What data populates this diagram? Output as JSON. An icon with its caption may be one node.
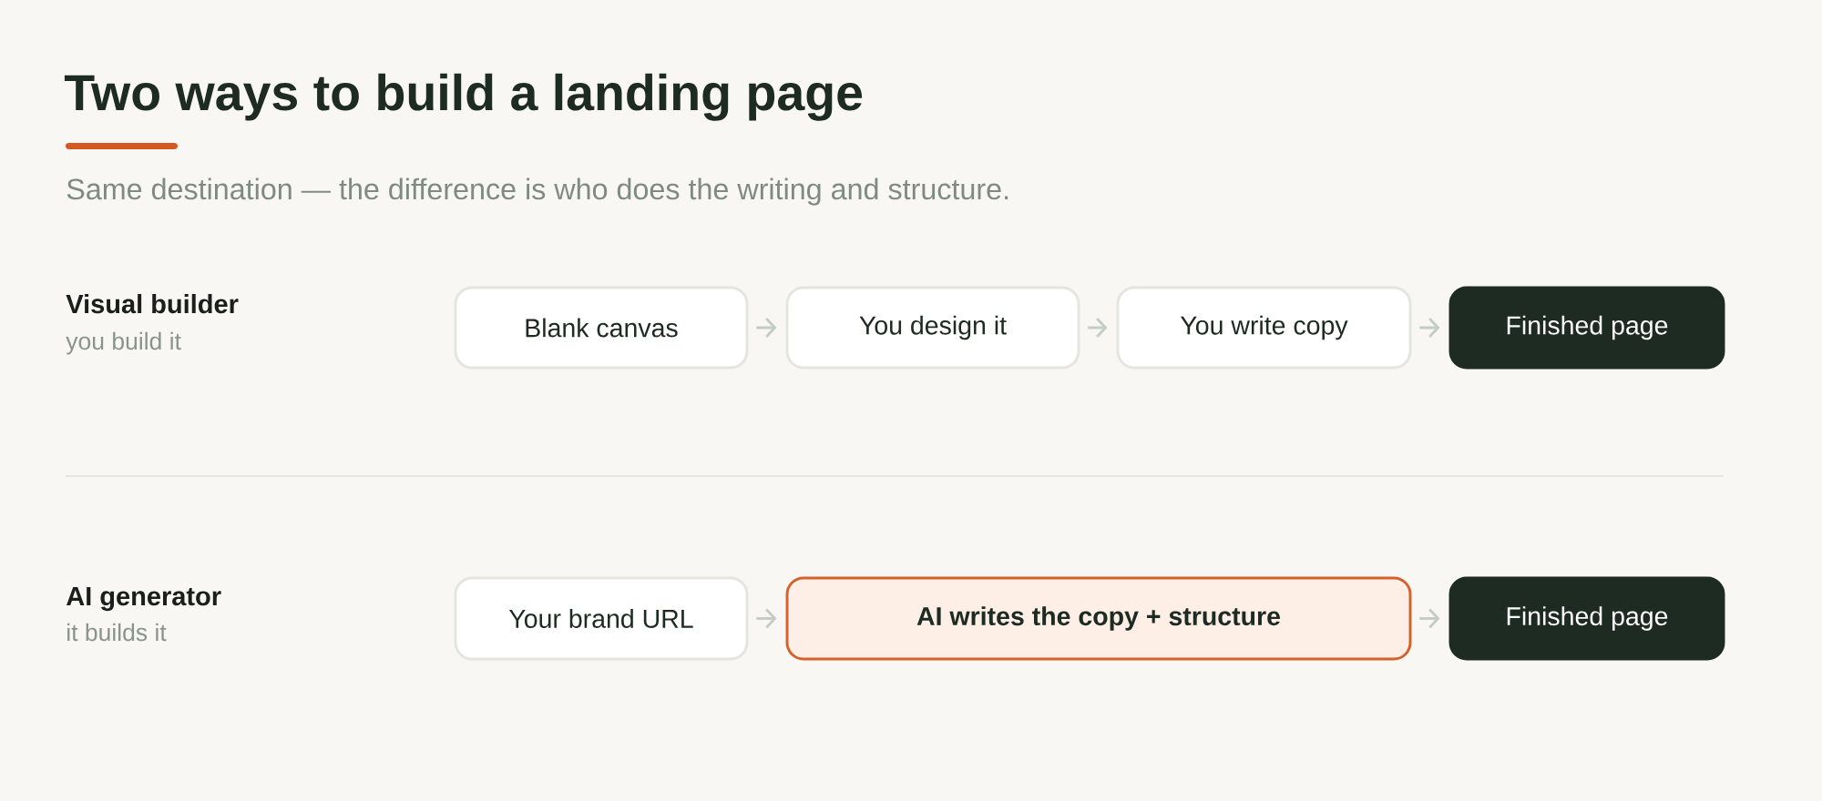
{
  "diagram": {
    "title": "Two ways to build a landing page",
    "nodes": [
      {
        "text": [
          "Blank canvas"
        ]
      },
      {
        "text": [
          "You design it"
        ]
      },
      {
        "text": [
          "You write copy"
        ]
      },
      {
        "text": [
          "Finished page"
        ]
      },
      {
        "text": [
          "Your brand URL"
        ]
      },
      {
        "text": [
          "AI writes the copy + structure"
        ]
      },
      {
        "text": [
          "Finished page"
        ]
      }
    ],
    "edges": [
      {
        "from": 0,
        "to": 1,
        "arrow": "to"
      },
      {
        "from": 1,
        "to": 2,
        "arrow": "to"
      },
      {
        "from": 2,
        "to": 3,
        "arrow": "to"
      },
      {
        "from": 4,
        "to": 5,
        "arrow": "to"
      },
      {
        "from": 5,
        "to": 6,
        "arrow": "to"
      }
    ],
    "labels": [
      "Same destination — the difference is who does the writing and structure.",
      "Visual builder",
      "you build it",
      "AI generator",
      "it builds it"
    ]
  }
}
